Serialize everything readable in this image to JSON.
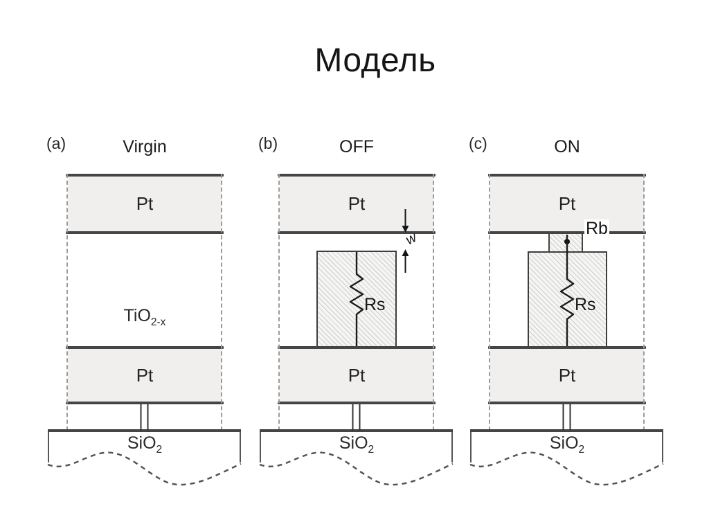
{
  "slide": {
    "title": "Модель"
  },
  "figure": {
    "panels": [
      {
        "index_label": "(a)",
        "state_label": "Virgin",
        "top_electrode": "Pt",
        "oxide": {
          "base": "TiO",
          "sub": "2-x"
        },
        "bottom_electrode": "Pt",
        "substrate": {
          "base": "SiO",
          "sub": "2"
        }
      },
      {
        "index_label": "(b)",
        "state_label": "OFF",
        "top_electrode": "Pt",
        "bottom_electrode": "Pt",
        "substrate": {
          "base": "SiO",
          "sub": "2"
        },
        "channel_resistor_label": "Rs",
        "gap_width_label": "w"
      },
      {
        "index_label": "(c)",
        "state_label": "ON",
        "top_electrode": "Pt",
        "bottom_electrode": "Pt",
        "substrate": {
          "base": "SiO",
          "sub": "2"
        },
        "channel_resistor_label": "Rs",
        "boundary_resistor_label": "Rb"
      }
    ],
    "colors": {
      "line": "#454545",
      "electrode_fill": "#f0efed",
      "channel_fill": "#f5f5f3",
      "background": "#ffffff",
      "text": "#1d1d1d"
    }
  }
}
